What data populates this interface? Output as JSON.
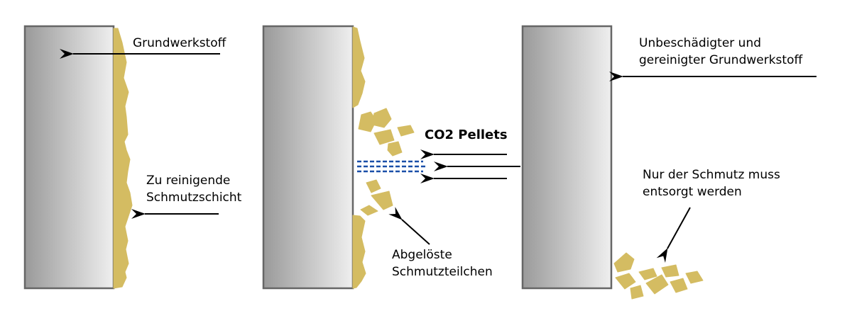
{
  "labels": {
    "base_material": "Grundwerkstoff",
    "dirt_layer_line1": "Zu reinigende",
    "dirt_layer_line2": "Schmutzschicht",
    "pellets": "CO2 Pellets",
    "detached_line1": "Abgelöste",
    "detached_line2": "Schmutzteilchen",
    "clean_line1": "Unbeschädigter und",
    "clean_line2": "gereinigter Grundwerkstoff",
    "dispose_line1": "Nur der Schmutz muss",
    "dispose_line2": "entsorgt werden"
  },
  "colors": {
    "dirt": "#d4bc62",
    "block_gradient_dark": "#9a9a9a",
    "block_gradient_light": "#efefef",
    "block_border": "#666666",
    "pellet_stream": "#1a4fa8",
    "arrow": "#000000"
  }
}
